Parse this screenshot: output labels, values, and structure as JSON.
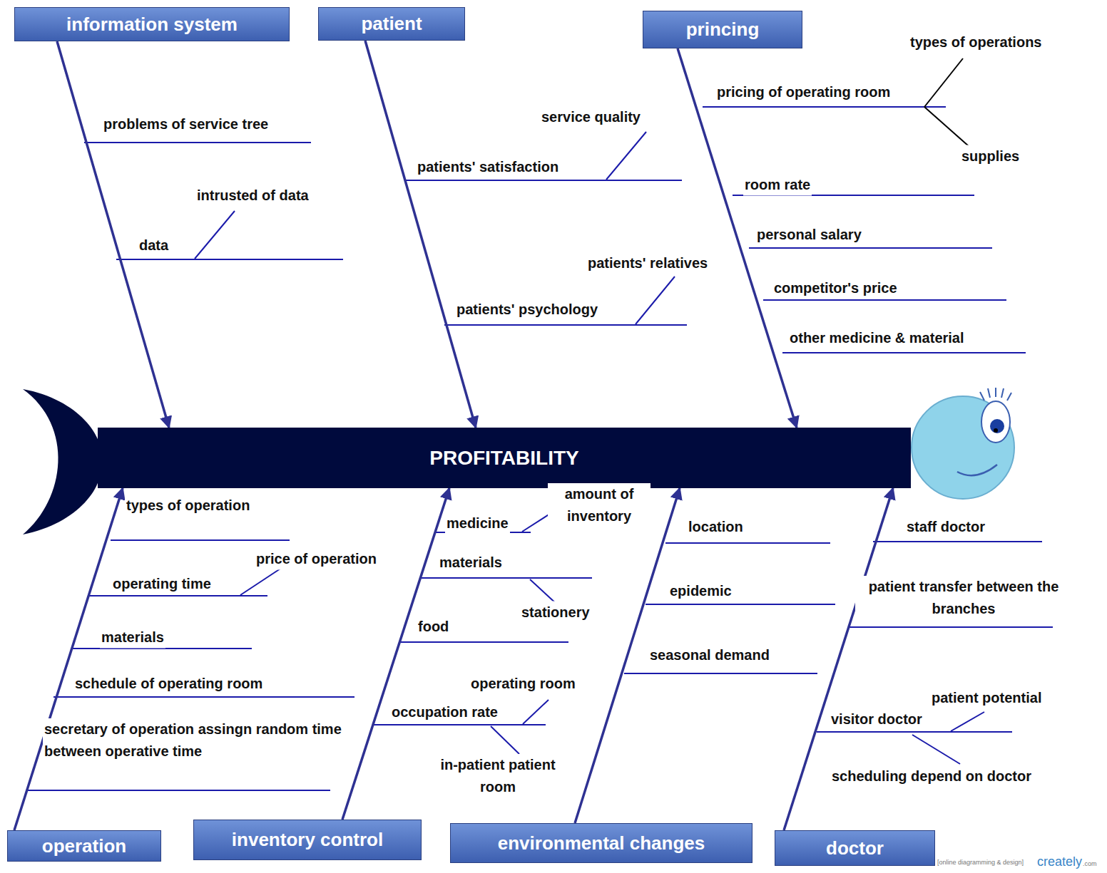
{
  "diagram": {
    "nodes": [
      {
        "text": [
          "information system"
        ]
      },
      {
        "text": [
          "patient"
        ]
      },
      {
        "text": [
          "princing"
        ]
      },
      {
        "text": [
          "PROFITABILITY"
        ]
      },
      {
        "text": [
          "operation"
        ]
      },
      {
        "text": [
          "inventory control"
        ]
      },
      {
        "text": [
          "environmental changes"
        ]
      },
      {
        "text": [
          "doctor"
        ]
      }
    ],
    "edges": [
      {
        "from": 0,
        "to": 3,
        "arrow": "to"
      },
      {
        "from": 1,
        "to": 3,
        "arrow": "to"
      },
      {
        "from": 2,
        "to": 3,
        "arrow": "to"
      },
      {
        "from": 4,
        "to": 3,
        "arrow": "to"
      },
      {
        "from": 5,
        "to": 3,
        "arrow": "to"
      },
      {
        "from": 6,
        "to": 3,
        "arrow": "to"
      },
      {
        "from": 7,
        "to": 3,
        "arrow": "to"
      }
    ],
    "labels": [
      "problems of service tree",
      "intrusted of data",
      "data",
      "service quality",
      "patients' satisfaction",
      "patients' relatives",
      "patients' psychology",
      "types of operations",
      "pricing of operating room",
      "supplies",
      "room rate",
      "personal salary",
      "competitor's price",
      "other medicine & material",
      "types of operation",
      "price of operation",
      "operating time",
      "materials",
      "schedule of operating room",
      "secretary of operation assingn random time between operative time",
      "amount of inventory",
      "medicine",
      "materials",
      "stationery",
      "food",
      "operating room",
      "occupation rate",
      "in-patient patient room",
      "location",
      "epidemic",
      "seasonal demand",
      "staff doctor",
      "patient transfer between the branches",
      "patient potential",
      "visitor doctor",
      "scheduling depend on doctor",
      "[online diagramming & design]",
      "creately",
      ".com"
    ]
  }
}
